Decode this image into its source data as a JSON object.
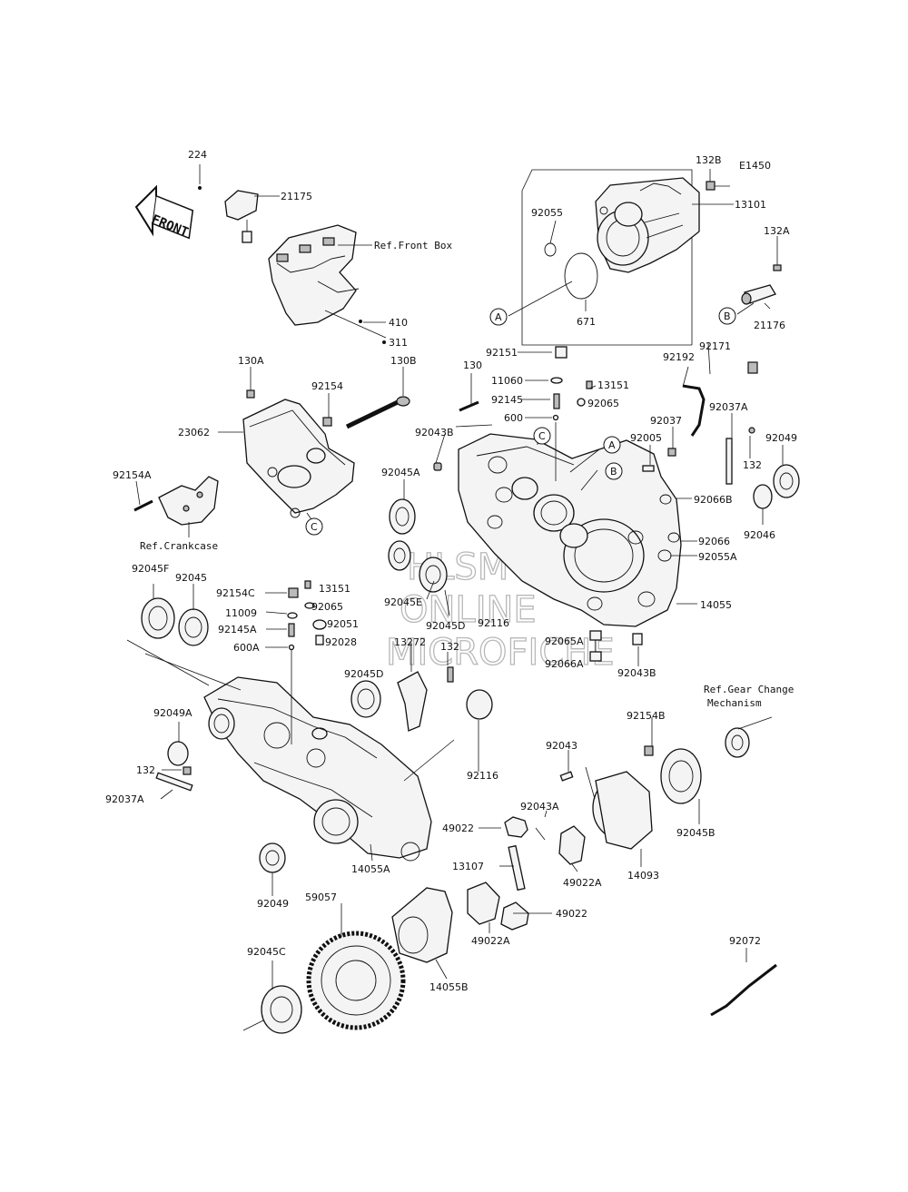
{
  "diagram": {
    "code": "E1450",
    "front_label": "FRONT",
    "refs": {
      "front_box": "Ref.Front Box",
      "crankcase": "Ref.Crankcase",
      "gear_change_1": "Ref.Gear Change",
      "gear_change_2": "Mechanism"
    },
    "watermark": [
      "HLSM",
      "ONLINE",
      "MICROFICHE"
    ],
    "callouts": {
      "a": "A",
      "b": "B",
      "c": "C"
    },
    "labels": [
      {
        "id": "p224",
        "text": "224"
      },
      {
        "id": "p21175",
        "text": "21175"
      },
      {
        "id": "p410",
        "text": "410"
      },
      {
        "id": "p311",
        "text": "311"
      },
      {
        "id": "p132B",
        "text": "132B"
      },
      {
        "id": "p13101",
        "text": "13101"
      },
      {
        "id": "p92055",
        "text": "92055"
      },
      {
        "id": "p671",
        "text": "671"
      },
      {
        "id": "p132A",
        "text": "132A"
      },
      {
        "id": "p21176",
        "text": "21176"
      },
      {
        "id": "p130A",
        "text": "130A"
      },
      {
        "id": "p92154",
        "text": "92154"
      },
      {
        "id": "p130B",
        "text": "130B"
      },
      {
        "id": "p23062",
        "text": "23062"
      },
      {
        "id": "p92154A",
        "text": "92154A"
      },
      {
        "id": "p92151",
        "text": "92151"
      },
      {
        "id": "p130",
        "text": "130"
      },
      {
        "id": "p11060",
        "text": "11060"
      },
      {
        "id": "p13151a",
        "text": "13151"
      },
      {
        "id": "p92145",
        "text": "92145"
      },
      {
        "id": "p92065a",
        "text": "92065"
      },
      {
        "id": "p600",
        "text": "600"
      },
      {
        "id": "p92192",
        "text": "92192"
      },
      {
        "id": "p92171",
        "text": "92171"
      },
      {
        "id": "p92037A",
        "text": "92037A"
      },
      {
        "id": "p92037",
        "text": "92037"
      },
      {
        "id": "p92005",
        "text": "92005"
      },
      {
        "id": "p92049",
        "text": "92049"
      },
      {
        "id": "p132a",
        "text": "132"
      },
      {
        "id": "p92043B",
        "text": "92043B"
      },
      {
        "id": "p92045A",
        "text": "92045A"
      },
      {
        "id": "p92066B",
        "text": "92066B"
      },
      {
        "id": "p92046",
        "text": "92046"
      },
      {
        "id": "p92066",
        "text": "92066"
      },
      {
        "id": "p92055A",
        "text": "92055A"
      },
      {
        "id": "p92045F",
        "text": "92045F"
      },
      {
        "id": "p92045",
        "text": "92045"
      },
      {
        "id": "p92154C",
        "text": "92154C"
      },
      {
        "id": "p13151b",
        "text": "13151"
      },
      {
        "id": "p11009",
        "text": "11009"
      },
      {
        "id": "p92065b",
        "text": "92065"
      },
      {
        "id": "p92145A",
        "text": "92145A"
      },
      {
        "id": "p92051",
        "text": "92051"
      },
      {
        "id": "p600A",
        "text": "600A"
      },
      {
        "id": "p92028",
        "text": "92028"
      },
      {
        "id": "p13272",
        "text": "13272"
      },
      {
        "id": "p132b",
        "text": "132"
      },
      {
        "id": "p92045E",
        "text": "92045E"
      },
      {
        "id": "p92045D",
        "text": "92045D"
      },
      {
        "id": "p92116a",
        "text": "92116"
      },
      {
        "id": "p14055",
        "text": "14055"
      },
      {
        "id": "p92065A",
        "text": "92065A"
      },
      {
        "id": "p92066A",
        "text": "92066A"
      },
      {
        "id": "p92043Bb",
        "text": "92043B"
      },
      {
        "id": "p92045Db",
        "text": "92045D"
      },
      {
        "id": "p92049A",
        "text": "92049A"
      },
      {
        "id": "p132c",
        "text": "132"
      },
      {
        "id": "p92037Ab",
        "text": "92037A"
      },
      {
        "id": "p92116b",
        "text": "92116"
      },
      {
        "id": "p92154B",
        "text": "92154B"
      },
      {
        "id": "p92043",
        "text": "92043"
      },
      {
        "id": "p92045B",
        "text": "92045B"
      },
      {
        "id": "p92043A",
        "text": "92043A"
      },
      {
        "id": "p49022a",
        "text": "49022"
      },
      {
        "id": "p13107",
        "text": "13107"
      },
      {
        "id": "p49022A",
        "text": "49022A"
      },
      {
        "id": "p14093",
        "text": "14093"
      },
      {
        "id": "p49022b",
        "text": "49022"
      },
      {
        "id": "p49022Ab",
        "text": "49022A"
      },
      {
        "id": "p92049b",
        "text": "92049"
      },
      {
        "id": "p14055A",
        "text": "14055A"
      },
      {
        "id": "p59057",
        "text": "59057"
      },
      {
        "id": "p14055B",
        "text": "14055B"
      },
      {
        "id": "p92045C",
        "text": "92045C"
      },
      {
        "id": "p92072",
        "text": "92072"
      }
    ]
  }
}
